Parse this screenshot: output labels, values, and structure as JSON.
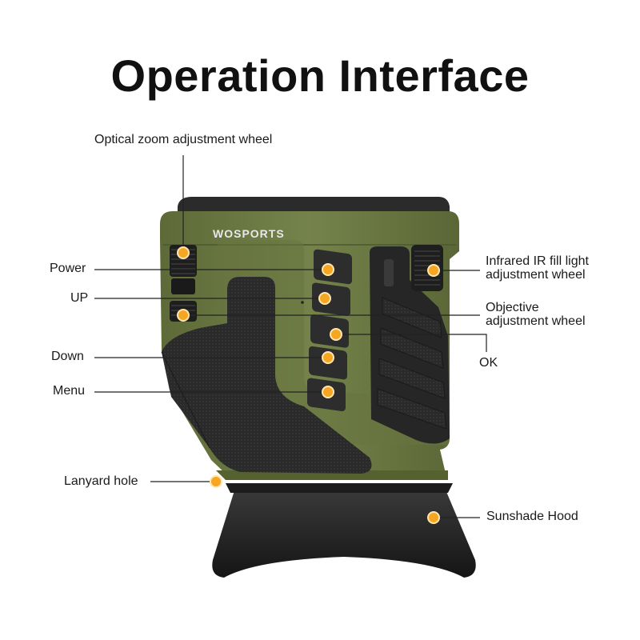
{
  "title": "Operation Interface",
  "brand": "WOSPORTS",
  "accent_color": "#f5a623",
  "body_color": "#6e7b45",
  "labels": {
    "optical_zoom": "Optical zoom adjustment wheel",
    "power": "Power",
    "up": "UP",
    "down": "Down",
    "menu": "Menu",
    "lanyard": "Lanyard hole",
    "ir_line1": "Infrared IR fill light",
    "ir_line2": "adjustment wheel",
    "objective_line1": "Objective",
    "objective_line2": "adjustment wheel",
    "ok": "OK",
    "sunshade": "Sunshade Hood"
  }
}
